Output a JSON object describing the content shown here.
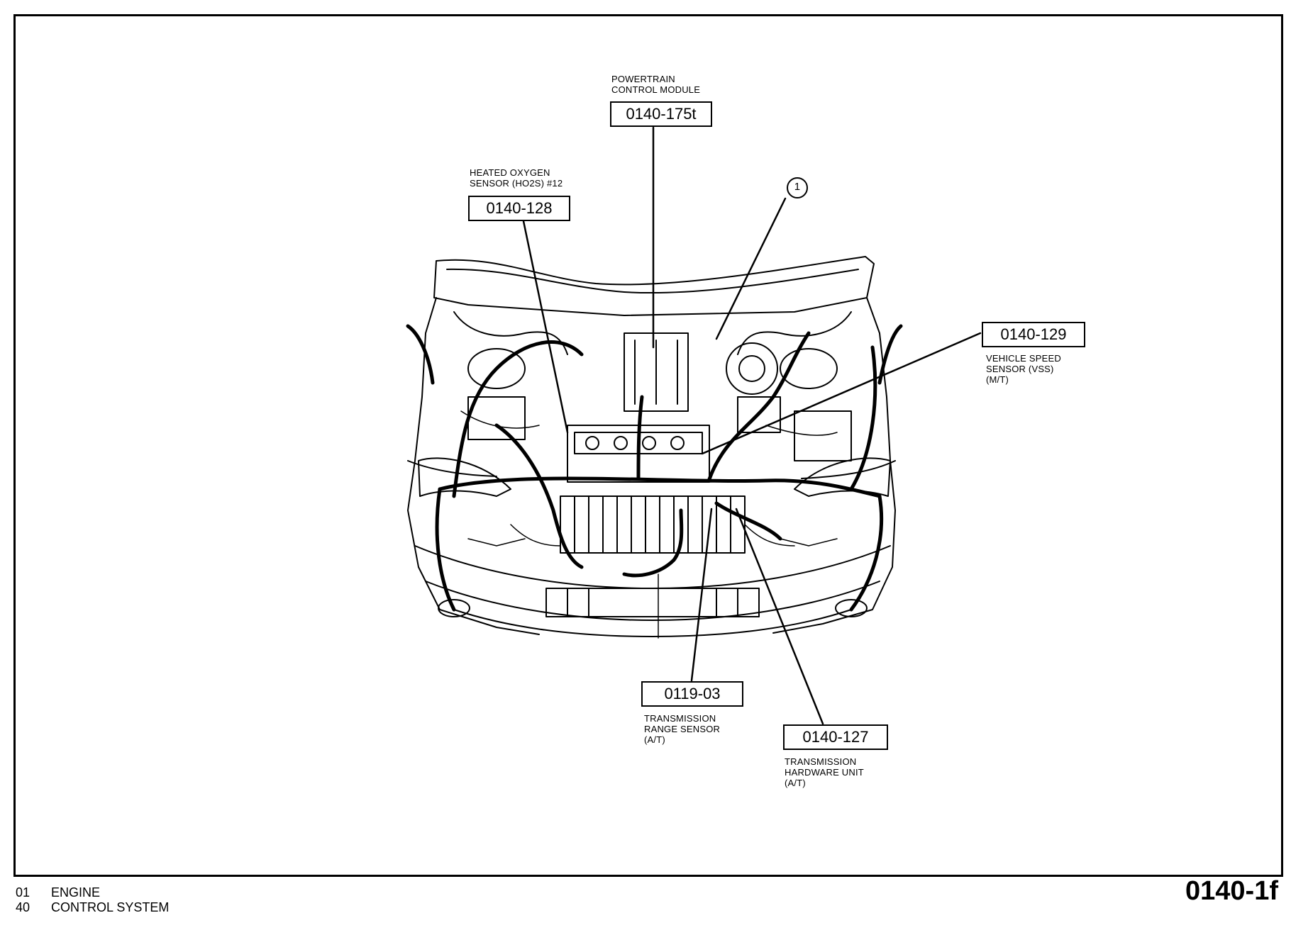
{
  "callouts": {
    "pcm": {
      "label": "POWERTRAIN CONTROL MODULE",
      "label_lines": [
        "POWERTRAIN",
        "CONTROL MODULE"
      ],
      "code": "0140-175t"
    },
    "ho2s": {
      "label_lines": [
        "HEATED OXYGEN",
        "SENSOR (HO2S) #12"
      ],
      "code": "0140-128"
    },
    "vss": {
      "code": "0140-129",
      "label_lines": [
        "VEHICLE SPEED",
        "SENSOR (VSS)",
        "(M/T)"
      ]
    },
    "trs": {
      "code": "0119-03",
      "label_lines": [
        "TRANSMISSION",
        "RANGE SENSOR",
        "(A/T)"
      ]
    },
    "thu": {
      "code": "0140-127",
      "label_lines": [
        "TRANSMISSION",
        "HARDWARE UNIT",
        "(A/T)"
      ]
    },
    "marker_1": {
      "text": "1"
    }
  },
  "footer": {
    "section_1_number": "01",
    "section_1_name": "ENGINE",
    "section_2_number": "40",
    "section_2_name": "CONTROL SYSTEM",
    "page_number": "0140-1f"
  }
}
